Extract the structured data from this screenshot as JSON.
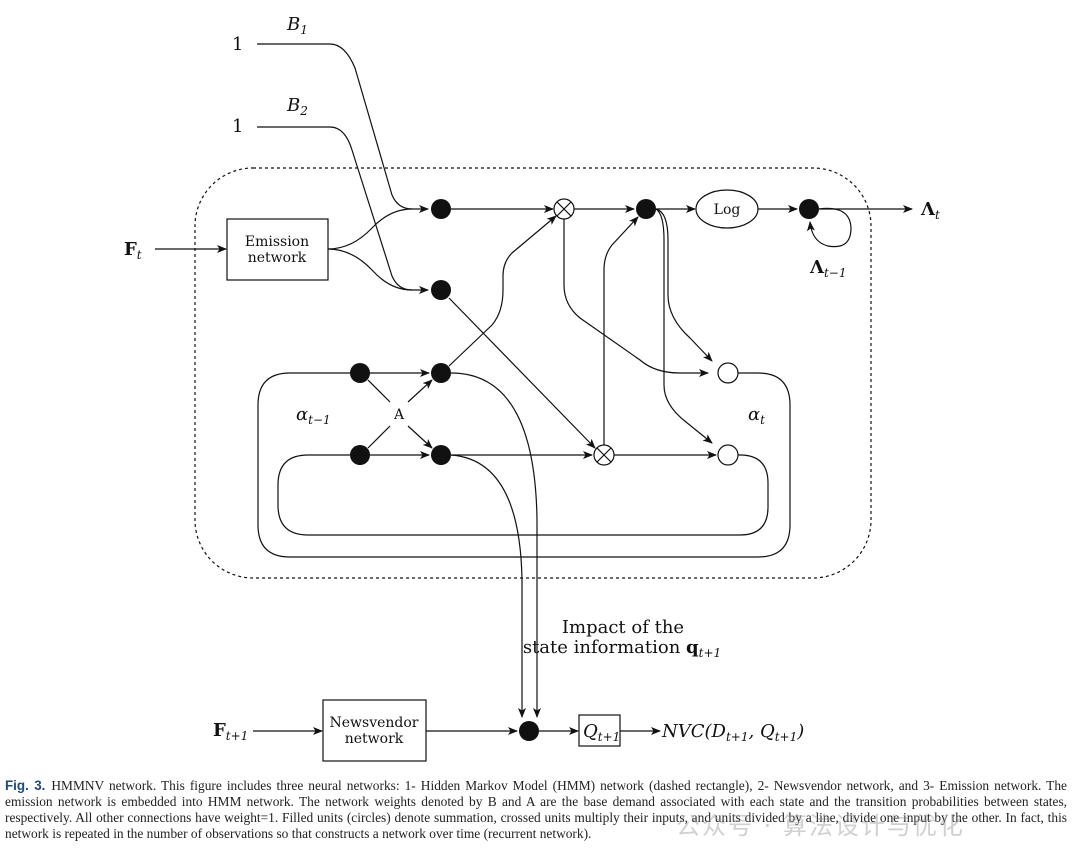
{
  "diagram": {
    "inputs": {
      "one_top": "1",
      "b1": "B",
      "b1_sub": "1",
      "one_mid": "1",
      "b2": "B",
      "b2_sub": "2",
      "f_t": "F",
      "f_t_sub": "t",
      "f_t1": "F",
      "f_t1_sub": "t+1"
    },
    "boxes": {
      "emission_line1": "Emission",
      "emission_line2": "network",
      "newsvendor_line1": "Newsvendor",
      "newsvendor_line2": "network",
      "log": "Log",
      "q_box": "Q",
      "q_box_sub": "t+1"
    },
    "labels": {
      "lambda_t": "Λ",
      "lambda_t_sub": "t",
      "lambda_t1": "Λ",
      "lambda_t1_sub": "t−1",
      "alpha_t1": "α",
      "alpha_t1_sub": "t−1",
      "alpha_t": "α",
      "alpha_t_sub": "t",
      "a_matrix": "A",
      "impact_line1": "Impact of the",
      "impact_line2": "state information",
      "impact_q": "q",
      "impact_q_sub": "t+1",
      "nvc": "NVC(D",
      "nvc_sub1": "t+1",
      "nvc_mid": ", Q",
      "nvc_sub2": "t+1",
      "nvc_end": ")"
    }
  },
  "caption": {
    "fig_label": "Fig. 3.",
    "text": "HMMNV network. This figure includes three neural networks: 1- Hidden Markov Model (HMM) network (dashed rectangle), 2- Newsvendor network, and 3- Emission network. The emission network is embedded into HMM network. The network weights denoted by B and A are the base demand associated with each state and the transition probabilities between states, respectively. All other connections have weight=1. Filled units (circles) denote summation, crossed units multiply their inputs, and units divided by a line, divide one input by the other. In fact, this network is repeated in the number of observations so that constructs a network over time (recurrent network)."
  },
  "watermark": "公众号 · 算法设计与优化"
}
